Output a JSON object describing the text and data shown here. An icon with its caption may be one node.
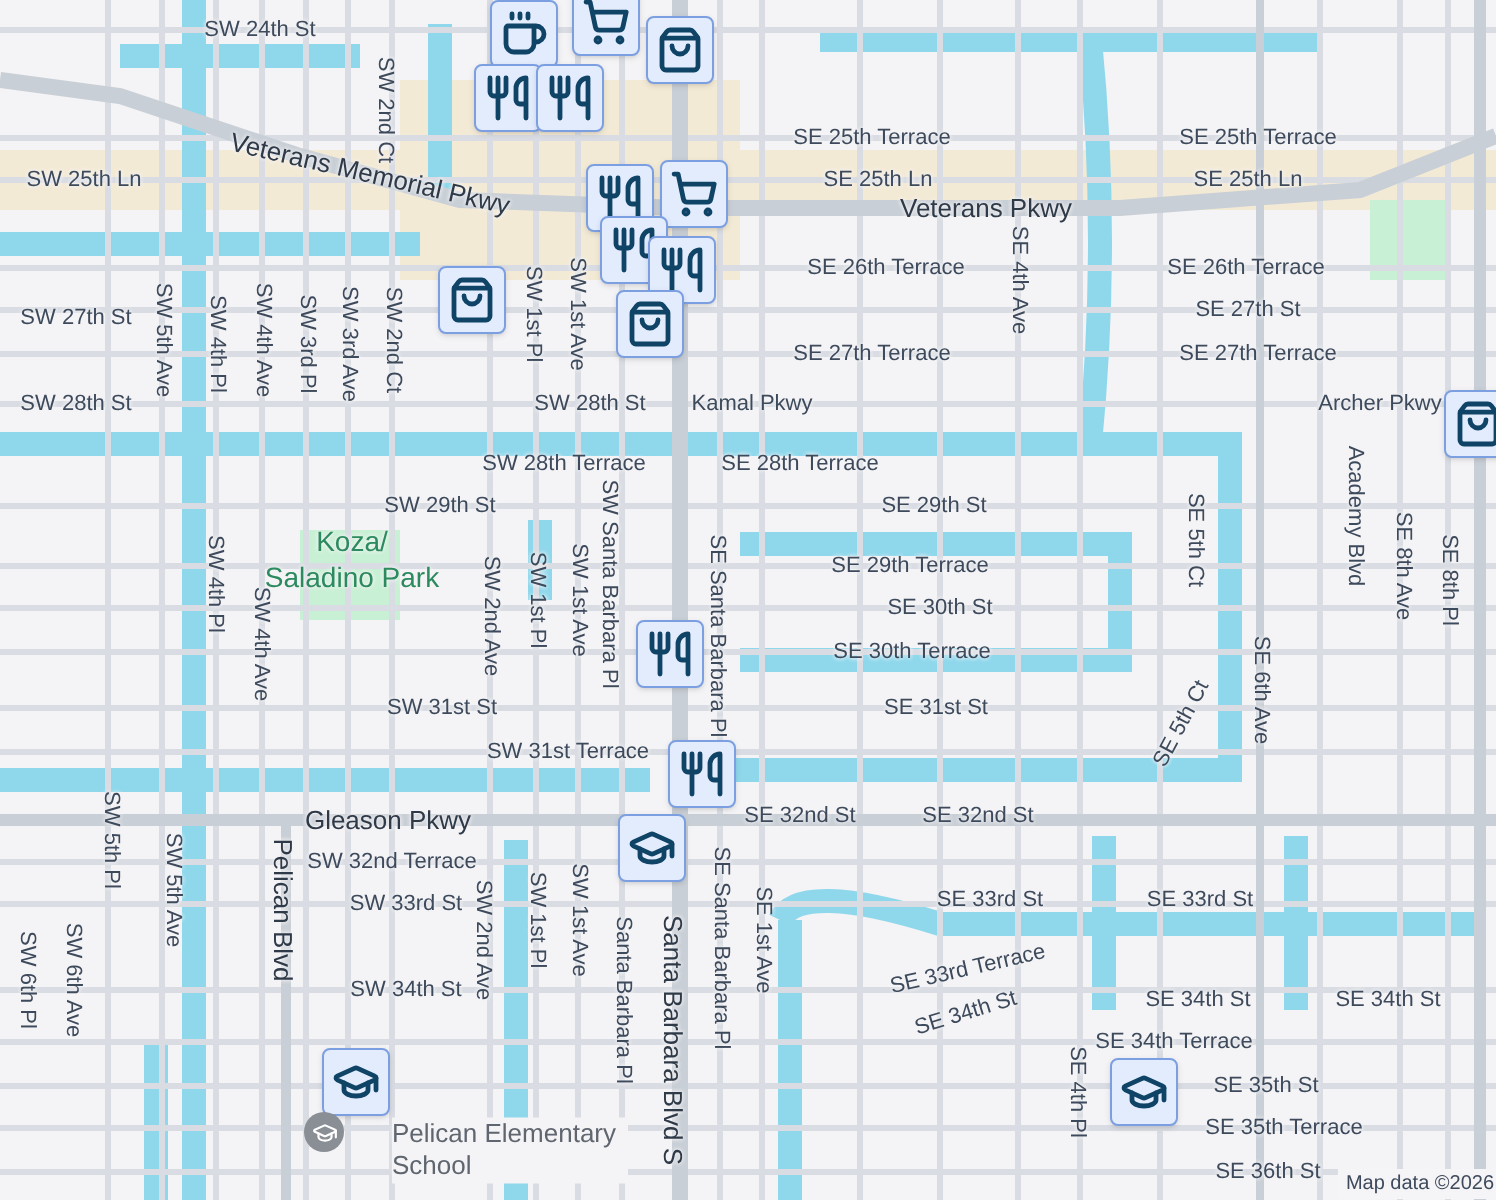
{
  "diagram": {
    "labels": [
      "SW 24th St",
      "SW 2nd Ct",
      "SE 25th Terrace",
      "SE 25th Terrace",
      "SW 25th Ln",
      "SE 25th Ln",
      "SE 25th Ln",
      "Veterans Memorial Pkwy",
      "Veterans Pkwy",
      "SE 26th Terrace",
      "SE 26th Terrace",
      "SW 27th St",
      "SE 27th St",
      "SE 27th Terrace",
      "SE 27th Terrace",
      "SW 28th St",
      "SW 28th St",
      "Kamal Pkwy",
      "Archer Pkwy",
      "SW 5th Ave",
      "SW 4th Pl",
      "SW 4th Ave",
      "SW 3rd Pl",
      "SW 3rd Ave",
      "SW 2nd Ct",
      "SW 1st Pl",
      "SW 1st Ave",
      "SE 4th Ave",
      "SW 28th Terrace",
      "SE 28th Terrace",
      "SW 29th St",
      "SE 29th St",
      "SE 5th Ct",
      "Academy Blvd",
      "SE 8th Ave",
      "SE 8th Pl",
      "Koza/ Saladino Park",
      "SE 29th Terrace",
      "SE 30th St",
      "SE 30th Terrace",
      "SW 4th Pl",
      "SW 4th Ave",
      "SW 2nd Ave",
      "SW 1st Pl",
      "SW 1st Ave",
      "SW Santa Barbara Pl",
      "SE Santa Barbara Pl",
      "SE 6th Ave",
      "SW 31st St",
      "SE 31st St",
      "SE 5th Ct",
      "SW 31st Terrace",
      "Gleason Pkwy",
      "SE 32nd St",
      "SE 32nd St",
      "SW 32nd Terrace",
      "SW 33rd St",
      "SE 33rd St",
      "SE 33rd St",
      "SW 5th Pl",
      "SW 5th Ave",
      "SW 6th Pl",
      "SW 6th Ave",
      "Pelican Blvd",
      "SW 2nd Ave",
      "SW 1st Pl",
      "SW 1st Ave",
      "Santa Barbara Pl",
      "Santa Barbara Blvd S",
      "SE Santa Barbara Pl",
      "SE 1st Ave",
      "SE 33rd Terrace",
      "SE 34th St",
      "SW 34th St",
      "SE 34th St",
      "SE 34th St",
      "SE 34th Terrace",
      "SE 4th Pl",
      "SE 35th St",
      "SE 35th Terrace",
      "SE 36th St",
      "Pelican Elementary School",
      "Map data ©2026"
    ]
  }
}
